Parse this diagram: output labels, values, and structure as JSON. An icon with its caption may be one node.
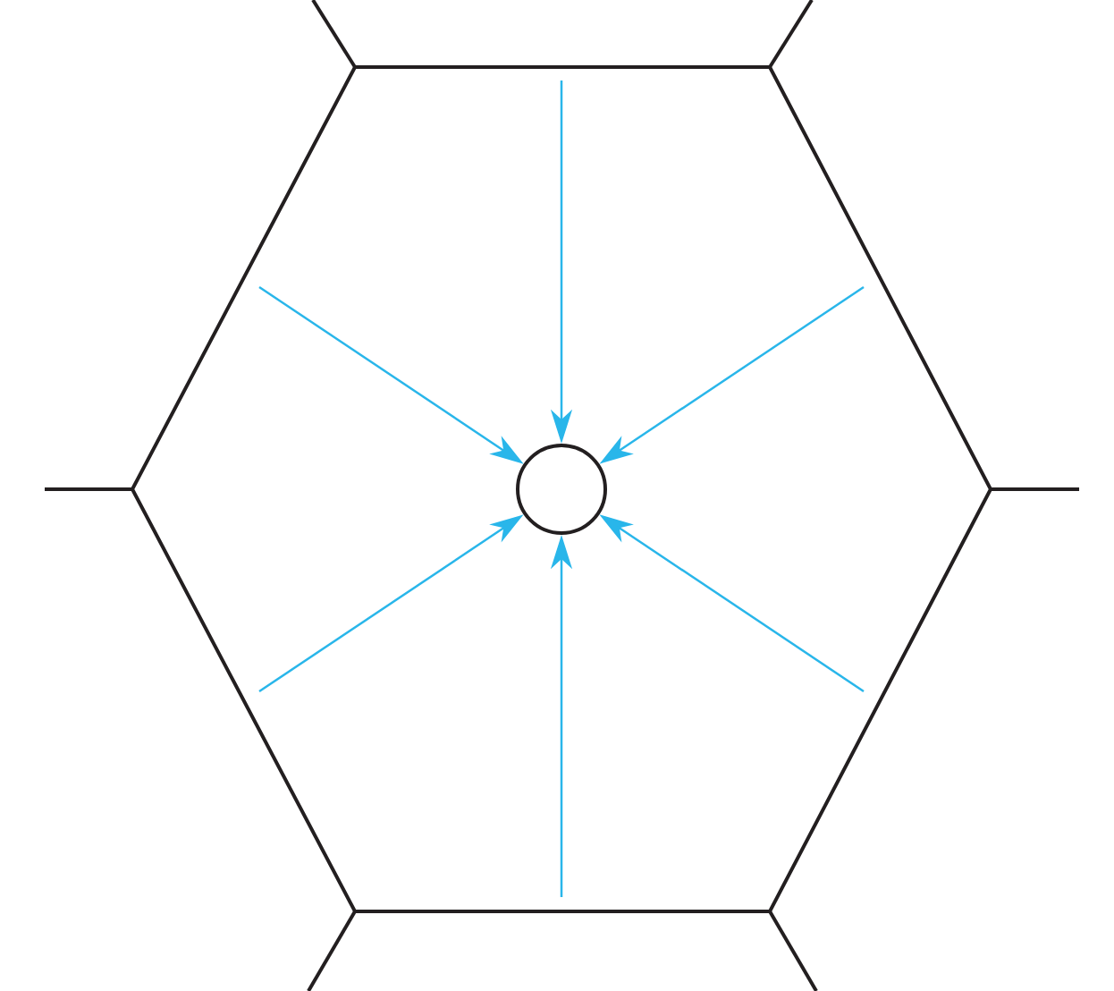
{
  "diagram": {
    "nodes": [
      {
        "text": [],
        "shape": "hexagon"
      },
      {
        "text": [],
        "shape": "circle",
        "in": 0
      }
    ],
    "edges": [
      {
        "from": null,
        "to": 1,
        "arrow": "to"
      },
      {
        "from": null,
        "to": 1,
        "arrow": "to"
      },
      {
        "from": null,
        "to": 1,
        "arrow": "to"
      },
      {
        "from": null,
        "to": 1,
        "arrow": "to"
      },
      {
        "from": null,
        "to": 1,
        "arrow": "to"
      },
      {
        "from": null,
        "to": 1,
        "arrow": "to"
      }
    ]
  }
}
